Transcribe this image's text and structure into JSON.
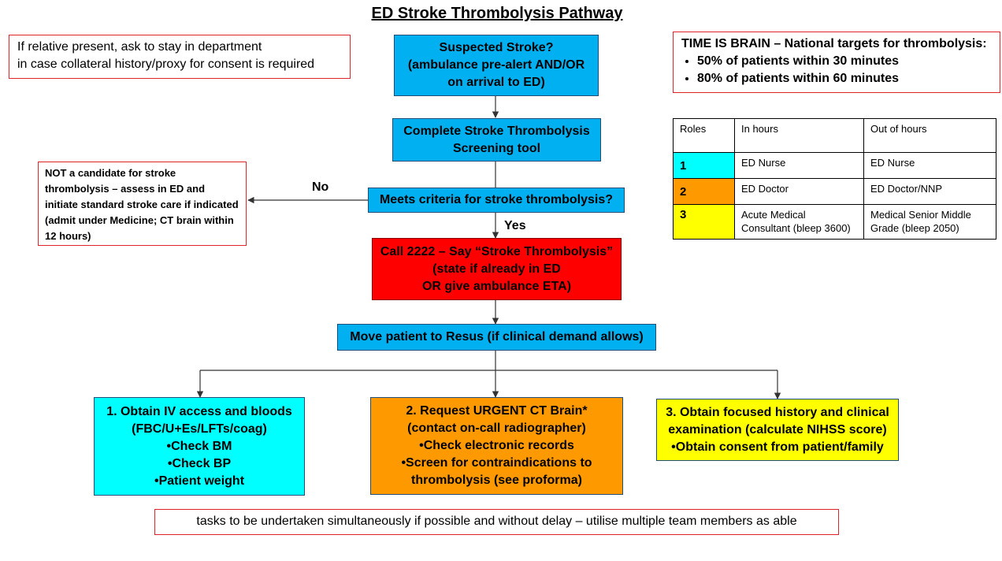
{
  "title": "ED Stroke Thrombolysis Pathway",
  "colors": {
    "process_blue": "#00b0f0",
    "alert_red": "#ff0000",
    "role1_cyan": "#00ffff",
    "role2_orange": "#ff9900",
    "role3_yellow": "#ffff00",
    "note_border": "#e0242a"
  },
  "relative_note": {
    "line1": "If relative present, ask to stay in department",
    "line2": "in case collateral history/proxy for consent is required"
  },
  "targets": {
    "heading": "TIME IS BRAIN – National targets for thrombolysis:",
    "items": [
      "50% of patients within 30 minutes",
      "80% of patients within 60 minutes"
    ]
  },
  "roles_table": {
    "headers": [
      "Roles",
      "In hours",
      "Out of hours"
    ],
    "rows": [
      {
        "role": "1",
        "in_hours": "ED Nurse",
        "out_hours": "ED Nurse",
        "color": "#00ffff"
      },
      {
        "role": "2",
        "in_hours": "ED Doctor",
        "out_hours": "ED Doctor/NNP",
        "color": "#ff9900"
      },
      {
        "role": "3",
        "in_hours": "Acute Medical Consultant (bleep 3600)",
        "out_hours": "Medical Senior Middle Grade (bleep 2050)",
        "color": "#ffff00"
      }
    ]
  },
  "flow": {
    "suspected": [
      "Suspected Stroke?",
      "(ambulance pre-alert AND/OR",
      "on arrival to ED)"
    ],
    "screening": [
      "Complete Stroke Thrombolysis",
      "Screening tool"
    ],
    "criteria": "Meets criteria for stroke thrombolysis?",
    "no_label": "No",
    "yes_label": "Yes",
    "not_candidate": "NOT a candidate for stroke thrombolysis – assess in ED  and initiate standard stroke care if indicated (admit under Medicine; CT brain within 12 hours)",
    "call": [
      "Call 2222 – Say “Stroke Thrombolysis”",
      "(state if already in ED",
      "OR give ambulance ETA)"
    ],
    "resus": "Move patient to Resus (if clinical demand allows)",
    "task1": [
      "1. Obtain IV access and bloods",
      "(FBC/U+Es/LFTs/coag)",
      "•Check BM",
      "•Check BP",
      "•Patient weight"
    ],
    "task2": [
      "2. Request URGENT CT Brain*",
      "(contact on-call radiographer)",
      "•Check electronic records",
      "•Screen for contraindications to",
      "thrombolysis (see proforma)"
    ],
    "task3": [
      "3. Obtain focused history and clinical",
      "examination (calculate NIHSS score)",
      "•Obtain consent from patient/family"
    ]
  },
  "footer_note": "tasks to be undertaken simultaneously if possible and without delay – utilise multiple team members as able"
}
